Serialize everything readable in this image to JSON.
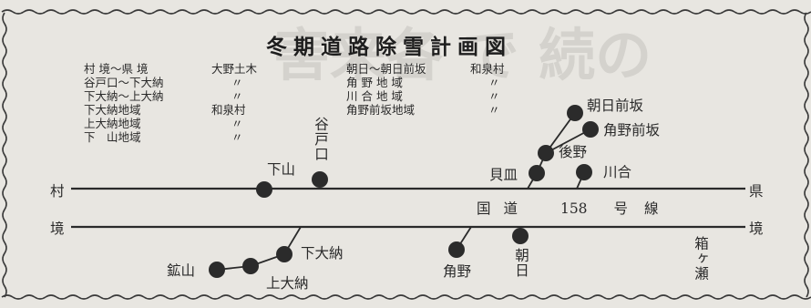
{
  "title": "冬期道路除雪計画図",
  "background": {
    "bleed_text": "害来各 で 続の"
  },
  "legend_left": [
    {
      "area": "村 境～県 境",
      "contractor": "大野土木"
    },
    {
      "area": "谷戸口～下大納",
      "contractor": "〃"
    },
    {
      "area": "下大納～上大納",
      "contractor": "〃"
    },
    {
      "area": "下大納地域",
      "contractor": "和泉村"
    },
    {
      "area": "上大納地域",
      "contractor": "〃"
    },
    {
      "area": "下　山地域",
      "contractor": "〃"
    }
  ],
  "legend_right": [
    {
      "area": "朝日～朝日前坂",
      "contractor": "和泉村"
    },
    {
      "area": "角 野 地 域",
      "contractor": "〃"
    },
    {
      "area": "川 合 地 域",
      "contractor": "〃"
    },
    {
      "area": "角野前坂地域",
      "contractor": "〃"
    }
  ],
  "border_labels": {
    "village_left": "村",
    "border_left": "境",
    "prefecture_right": "県",
    "border_right": "境"
  },
  "route": {
    "prefix": "国道",
    "number": "158",
    "suffix": "号線"
  },
  "places": {
    "shimoyama": "下山",
    "tanidoguchi": "谷戸口",
    "kaizara": "貝皿",
    "ushirono": "後野",
    "asahi_maesaka": "朝日前坂",
    "kakuno_maesaka": "角野前坂",
    "kawai": "川合",
    "kozan": "鉱山",
    "kami_ono": "上大納",
    "shimo_ono": "下大納",
    "kakuno": "角野",
    "asahi": "朝日",
    "hakogase": "箱ヶ瀬"
  }
}
